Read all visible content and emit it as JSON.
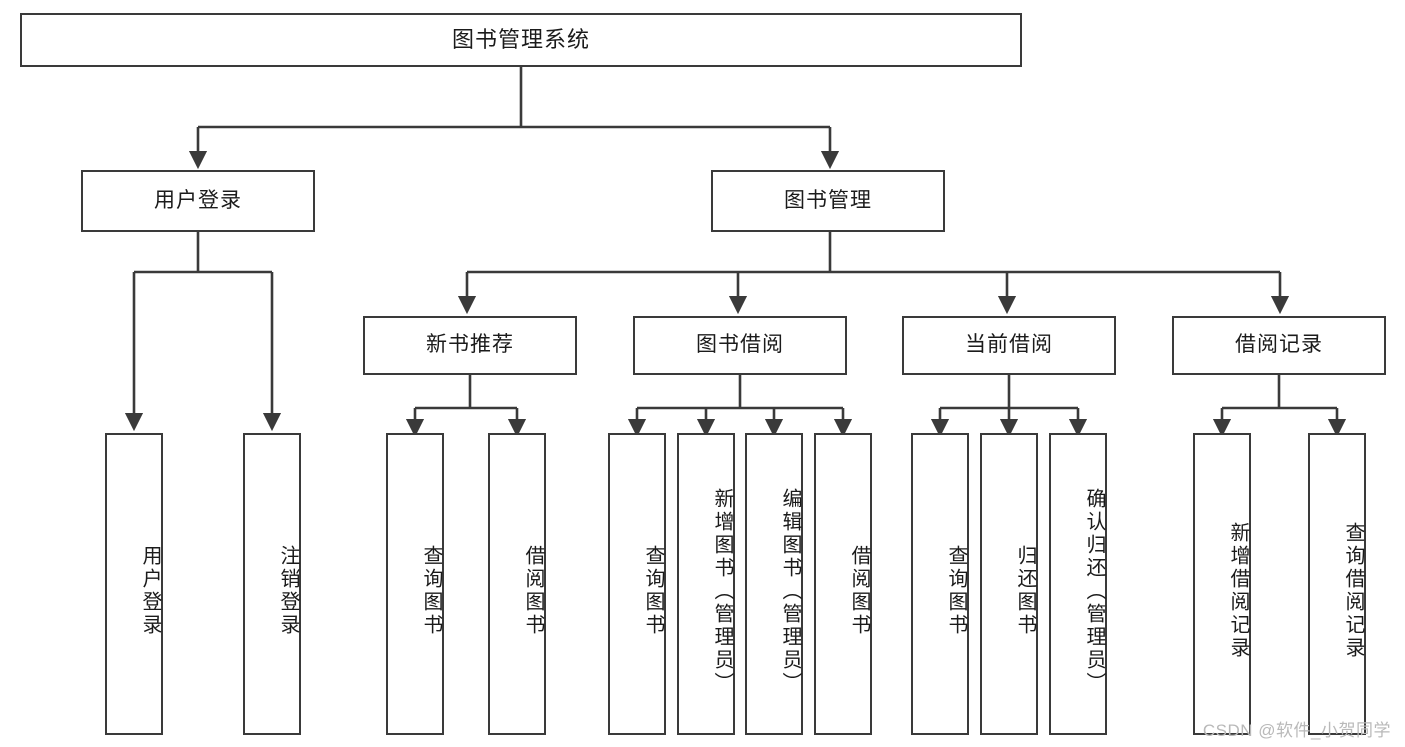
{
  "diagram": {
    "type": "tree",
    "title": "图书管理系统",
    "watermark": "CSDN @软件_小贺同学",
    "levels": {
      "root": {
        "label": "图书管理系统"
      },
      "level2": [
        {
          "label": "用户登录"
        },
        {
          "label": "图书管理"
        }
      ],
      "level3": [
        {
          "label": "新书推荐"
        },
        {
          "label": "图书借阅"
        },
        {
          "label": "当前借阅"
        },
        {
          "label": "借阅记录"
        }
      ],
      "leaves": [
        {
          "label": "用户登录",
          "parent": "用户登录"
        },
        {
          "label": "注销登录",
          "parent": "用户登录"
        },
        {
          "label": "查询图书",
          "parent": "新书推荐"
        },
        {
          "label": "借阅图书",
          "parent": "新书推荐"
        },
        {
          "label": "查询图书",
          "parent": "图书借阅"
        },
        {
          "label": "新增图书（管理员）",
          "parent": "图书借阅"
        },
        {
          "label": "编辑图书（管理员）",
          "parent": "图书借阅"
        },
        {
          "label": "借阅图书",
          "parent": "图书借阅"
        },
        {
          "label": "查询图书",
          "parent": "当前借阅"
        },
        {
          "label": "归还图书",
          "parent": "当前借阅"
        },
        {
          "label": "确认归还（管理员）",
          "parent": "当前借阅"
        },
        {
          "label": "新增借阅记录",
          "parent": "借阅记录"
        },
        {
          "label": "查询借阅记录",
          "parent": "借阅记录"
        }
      ]
    },
    "colors": {
      "stroke": "#3a3a3a",
      "text": "#1b1b1b",
      "background": "#ffffff",
      "watermark": "#b9b9b9"
    }
  }
}
